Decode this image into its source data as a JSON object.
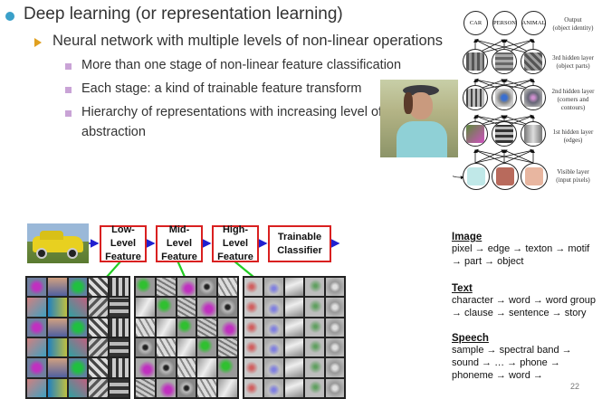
{
  "slide": {
    "bullet1": "Deep learning (or representation learning)",
    "bullet2": "Neural network with multiple levels of non-linear operations",
    "bullet3a": "More than one stage of non-linear feature classification",
    "bullet3b": "Each stage: a kind of trainable feature transform",
    "bullet3c_line1": "Hierarchy of representations with increasing level of",
    "bullet3c_line2": "abstraction",
    "page_number": "22"
  },
  "network_diagram": {
    "output_nodes": [
      "CAR",
      "PERSON",
      "ANIMAL"
    ],
    "layers": [
      {
        "label_line1": "Output",
        "label_line2": "(object identity)"
      },
      {
        "label_line1": "3rd hidden layer",
        "label_line2": "(object parts)"
      },
      {
        "label_line1": "2nd hidden layer",
        "label_line2": "(corners and",
        "label_line3": "contours)"
      },
      {
        "label_line1": "1st hidden layer",
        "label_line2": "(edges)"
      },
      {
        "label_line1": "Visible layer",
        "label_line2": "(input pixels)"
      }
    ]
  },
  "pipeline": {
    "boxes": [
      {
        "line1": "Low-Level",
        "line2": "Feature"
      },
      {
        "line1": "Mid-Level",
        "line2": "Feature"
      },
      {
        "line1": "High-Level",
        "line2": "Feature"
      },
      {
        "line1": "Trainable",
        "line2": "Classifier"
      }
    ]
  },
  "hierarchies": {
    "image": {
      "heading": "Image",
      "line1": "pixel → edge → texton → motif",
      "line2": "→ part → object"
    },
    "text": {
      "heading": "Text",
      "line1": "character → word → word group",
      "line2": "→ clause → sentence → story"
    },
    "speech": {
      "heading": "Speech",
      "line1": "sample → spectral band →",
      "line2": "sound → … → phone →",
      "line3": "phoneme → word →"
    }
  },
  "colors": {
    "bullet_dot": "#3aa0c9",
    "bullet_triangle": "#e0a020",
    "bullet_square": "#c9a3d6",
    "box_border": "#d92020",
    "arrow_blue": "#2020d0",
    "connector_green": "#22cc22"
  }
}
